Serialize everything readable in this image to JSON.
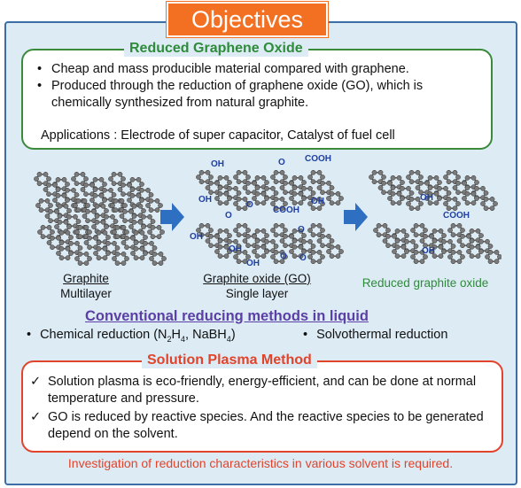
{
  "title": "Objectives",
  "rgo": {
    "heading": "Reduced Graphene Oxide",
    "bullets": [
      "Cheap and mass producible material compared with graphene.",
      "Produced through the reduction of graphene oxide (GO), which is chemically synthesized from natural graphite."
    ],
    "applications": "Applications : Electrode of super capacitor, Catalyst of fuel cell"
  },
  "diagram": {
    "graphite": {
      "name": "Graphite",
      "sub": "Multilayer"
    },
    "go": {
      "name": "Graphite oxide (GO)",
      "sub": "Single layer",
      "groups": [
        "OH",
        "O",
        "COOH",
        "OH",
        "O",
        "OH",
        "O",
        "COOH",
        "OH",
        "O",
        "OH",
        "OH",
        "O",
        "O"
      ]
    },
    "rgo": {
      "name": "Reduced graphite oxide",
      "groups": [
        "OH",
        "COOH",
        "OH"
      ]
    },
    "colors": {
      "arrow": "#2f6fc2",
      "atom": "#7a7a7a",
      "label": "#1f3fa0",
      "rgo_caption": "#2e8b3a"
    }
  },
  "conventional": {
    "heading": "Conventional reducing methods in liquid",
    "chem_prefix": "Chemical reduction (N",
    "chem_s1": "2",
    "chem_mid": "H",
    "chem_s2": "4",
    "chem_mid2": ", NaBH",
    "chem_s3": "4",
    "chem_suffix": ")",
    "solvothermal": "Solvothermal reduction"
  },
  "plasma": {
    "heading": "Solution Plasma Method",
    "items": [
      "Solution plasma is eco-friendly, energy-efficient, and can be done at normal temperature and pressure.",
      "GO is reduced by reactive species. And the reactive species to be generated depend on the solvent."
    ]
  },
  "conclusion": "Investigation of reduction characteristics in various solvent is required."
}
